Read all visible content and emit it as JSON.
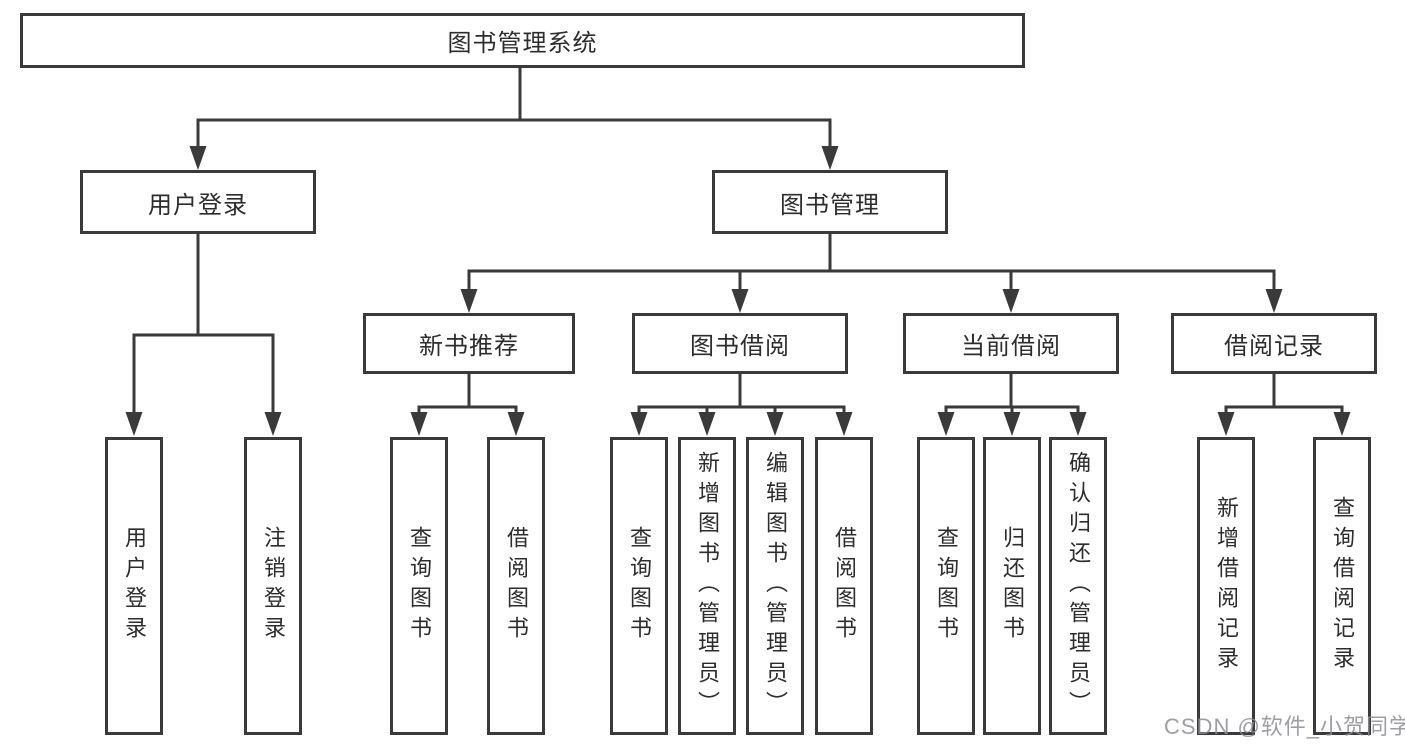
{
  "diagram_title": "图书管理系统",
  "tree": {
    "root": {
      "label": "图书管理系统",
      "children": [
        {
          "label": "用户登录",
          "children": [
            {
              "label": "用户登录"
            },
            {
              "label": "注销登录"
            }
          ]
        },
        {
          "label": "图书管理",
          "children": [
            {
              "label": "新书推荐",
              "children": [
                {
                  "label": "查询图书"
                },
                {
                  "label": "借阅图书"
                }
              ]
            },
            {
              "label": "图书借阅",
              "children": [
                {
                  "label": "查询图书"
                },
                {
                  "label": "新增图书（管理员）"
                },
                {
                  "label": "编辑图书（管理员）"
                },
                {
                  "label": "借阅图书"
                }
              ]
            },
            {
              "label": "当前借阅",
              "children": [
                {
                  "label": "查询图书"
                },
                {
                  "label": "归还图书"
                },
                {
                  "label": "确认归还（管理员）"
                }
              ]
            },
            {
              "label": "借阅记录",
              "children": [
                {
                  "label": "新增借阅记录"
                },
                {
                  "label": "查询借阅记录"
                }
              ]
            }
          ]
        }
      ]
    }
  },
  "watermark": {
    "text": "CSDN @软件_小贺同学"
  },
  "colors": {
    "line": "#3a3a3a",
    "box_border": "#3a3a3a",
    "text": "#2d2d2d",
    "background": "#ffffff",
    "watermark": "#8e8e94"
  }
}
